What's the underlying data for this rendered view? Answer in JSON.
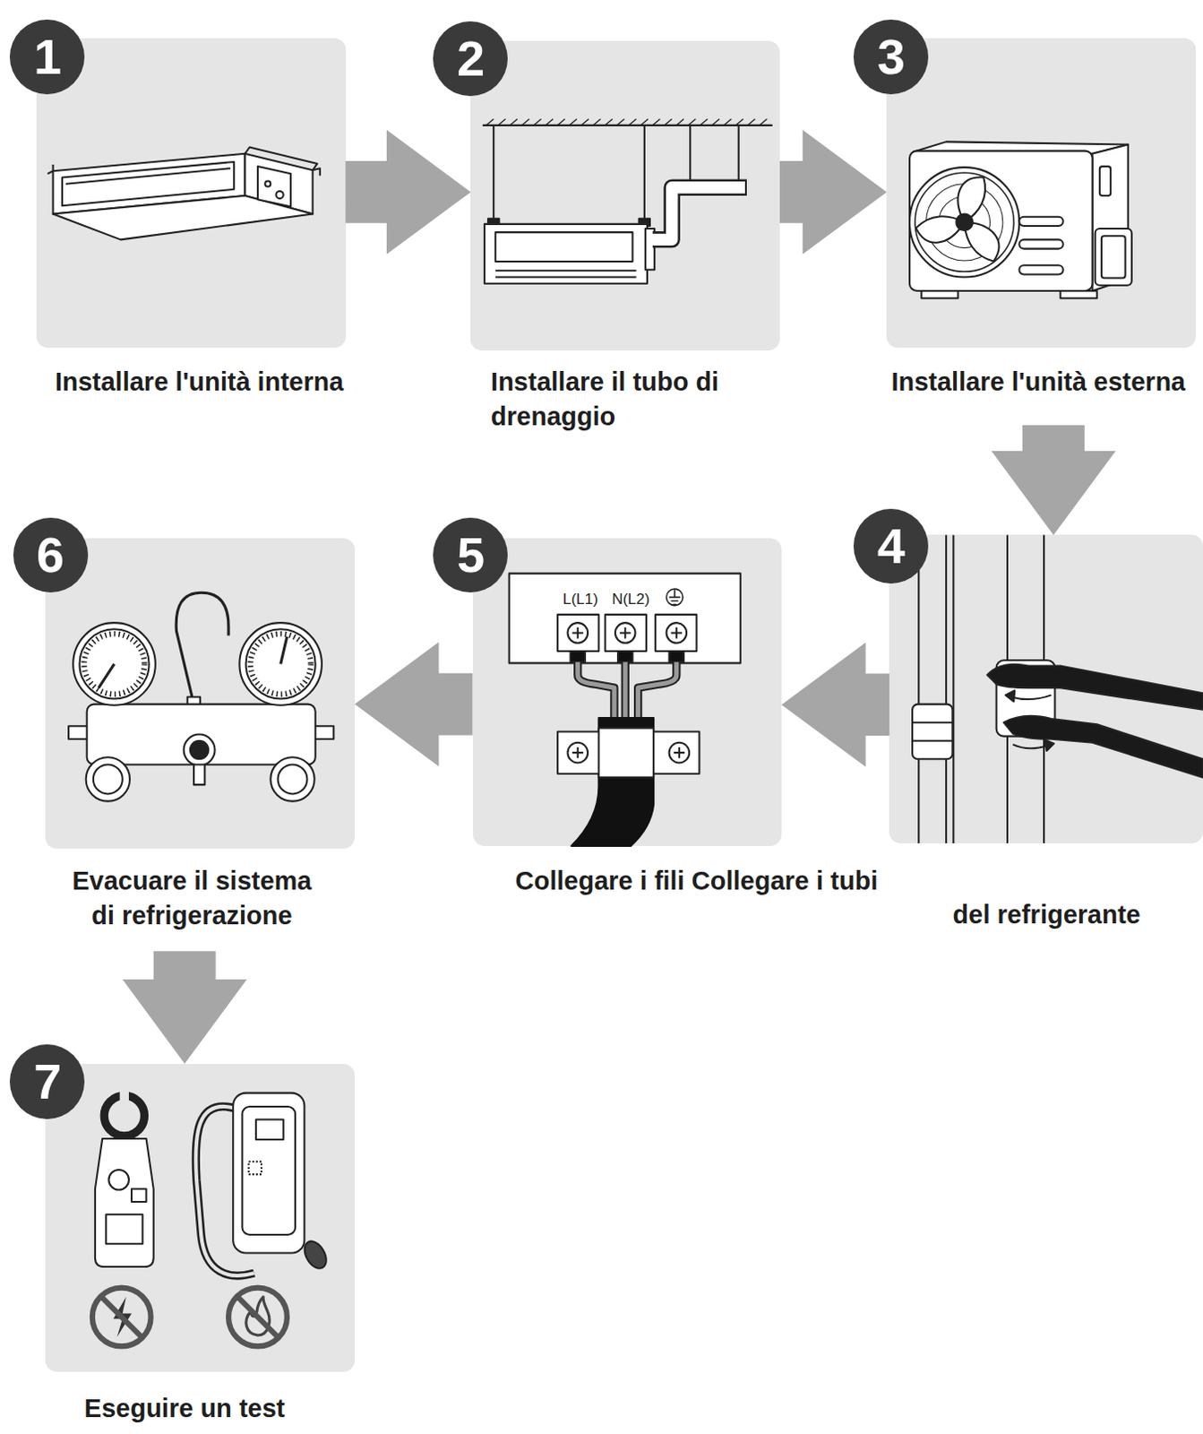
{
  "diagram": {
    "nodes": [
      {
        "text": [
          "1",
          "Installare l'unità interna"
        ]
      },
      {
        "text": [
          "2",
          "Installare il tubo di drenaggio"
        ]
      },
      {
        "text": [
          "3",
          "Installare l'unità esterna"
        ]
      },
      {
        "text": [
          "4",
          "del refrigerante"
        ]
      },
      {
        "text": [
          "5",
          "Collegare i fili Collegare i tubi"
        ]
      },
      {
        "text": [
          "6",
          "Evacuare il sistema di refrigerazione"
        ]
      },
      {
        "text": [
          "7",
          "Eseguire un test"
        ]
      }
    ],
    "edges": [
      {
        "from": 0,
        "to": 1,
        "arrow": "to"
      },
      {
        "from": 1,
        "to": 2,
        "arrow": "to"
      },
      {
        "from": 2,
        "to": 3,
        "arrow": "to"
      },
      {
        "from": 3,
        "to": 4,
        "arrow": "to"
      },
      {
        "from": 4,
        "to": 5,
        "arrow": "to"
      },
      {
        "from": 5,
        "to": 6,
        "arrow": "to"
      }
    ],
    "labels": [
      "L(L1)",
      "N(L2)"
    ]
  }
}
